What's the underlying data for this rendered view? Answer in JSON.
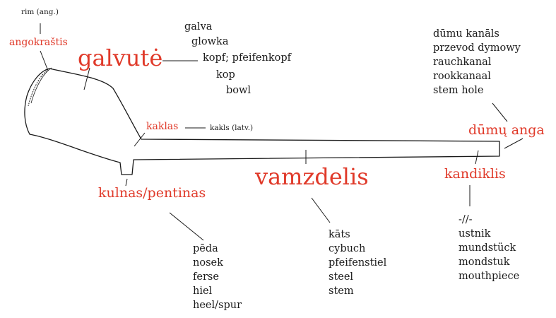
{
  "rim_eng": "rim (ang.)",
  "rim": "angokraštis",
  "head": "galvutė",
  "head_terms": [
    "galva",
    "glowka",
    "kopf; pfeifenkopf",
    "kop",
    "bowl"
  ],
  "neck": "kaklas",
  "neck_lv": "kakls (latv.)",
  "heel": "kulnas/pentinas",
  "heel_terms": [
    "pēda",
    "nosek",
    "ferse",
    "hiel",
    "heel/spur"
  ],
  "stem": "vamzdelis",
  "stem_terms": [
    "kāts",
    "cybuch",
    "pfeifenstiel",
    "steel",
    "stem"
  ],
  "smoke_hole": "dūmų anga",
  "smoke_hole_terms": [
    "dūmu kanāls",
    "przevod dymowy",
    "rauchkanal",
    "rookkanaal",
    "stem hole"
  ],
  "mouthpiece": "kandiklis",
  "mouthpiece_terms": [
    "-//-",
    "ustnik",
    "mundstück",
    "mondstuk",
    "mouthpiece"
  ],
  "colors": {
    "label_red": "#e03a2a",
    "line": "#1a1a1a"
  }
}
